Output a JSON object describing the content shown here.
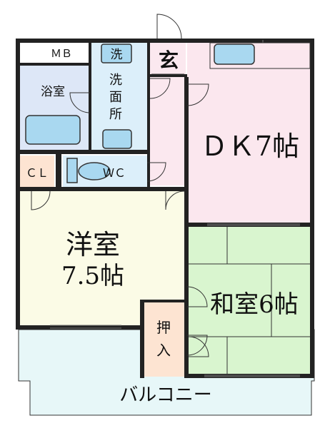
{
  "rooms": {
    "mb": "ＭＢ",
    "bath": "浴室",
    "washroom_sign": "洗",
    "washroom_line1": "洗",
    "washroom_line2": "面",
    "washroom_line3": "所",
    "entrance": "玄",
    "dk": "ＤＫ7帖",
    "cl": "ＣＬ",
    "wc": "ＷＣ",
    "western_line1": "洋室",
    "western_line2": "7.5帖",
    "japanese": "和室6帖",
    "closet_line1": "押",
    "closet_line2": "入",
    "balcony": "バルコニー"
  },
  "colors": {
    "bath": "#dde7f7",
    "fixture": "#a9d8f0",
    "washroom": "#dceffa",
    "dk": "#fbe7ee",
    "entrance": "#fbe8ef",
    "closet": "#fde4d2",
    "western": "#fbfbe6",
    "japanese": "#d9f5cf",
    "balcony": "#e7f7f8",
    "wall": "#222222"
  }
}
